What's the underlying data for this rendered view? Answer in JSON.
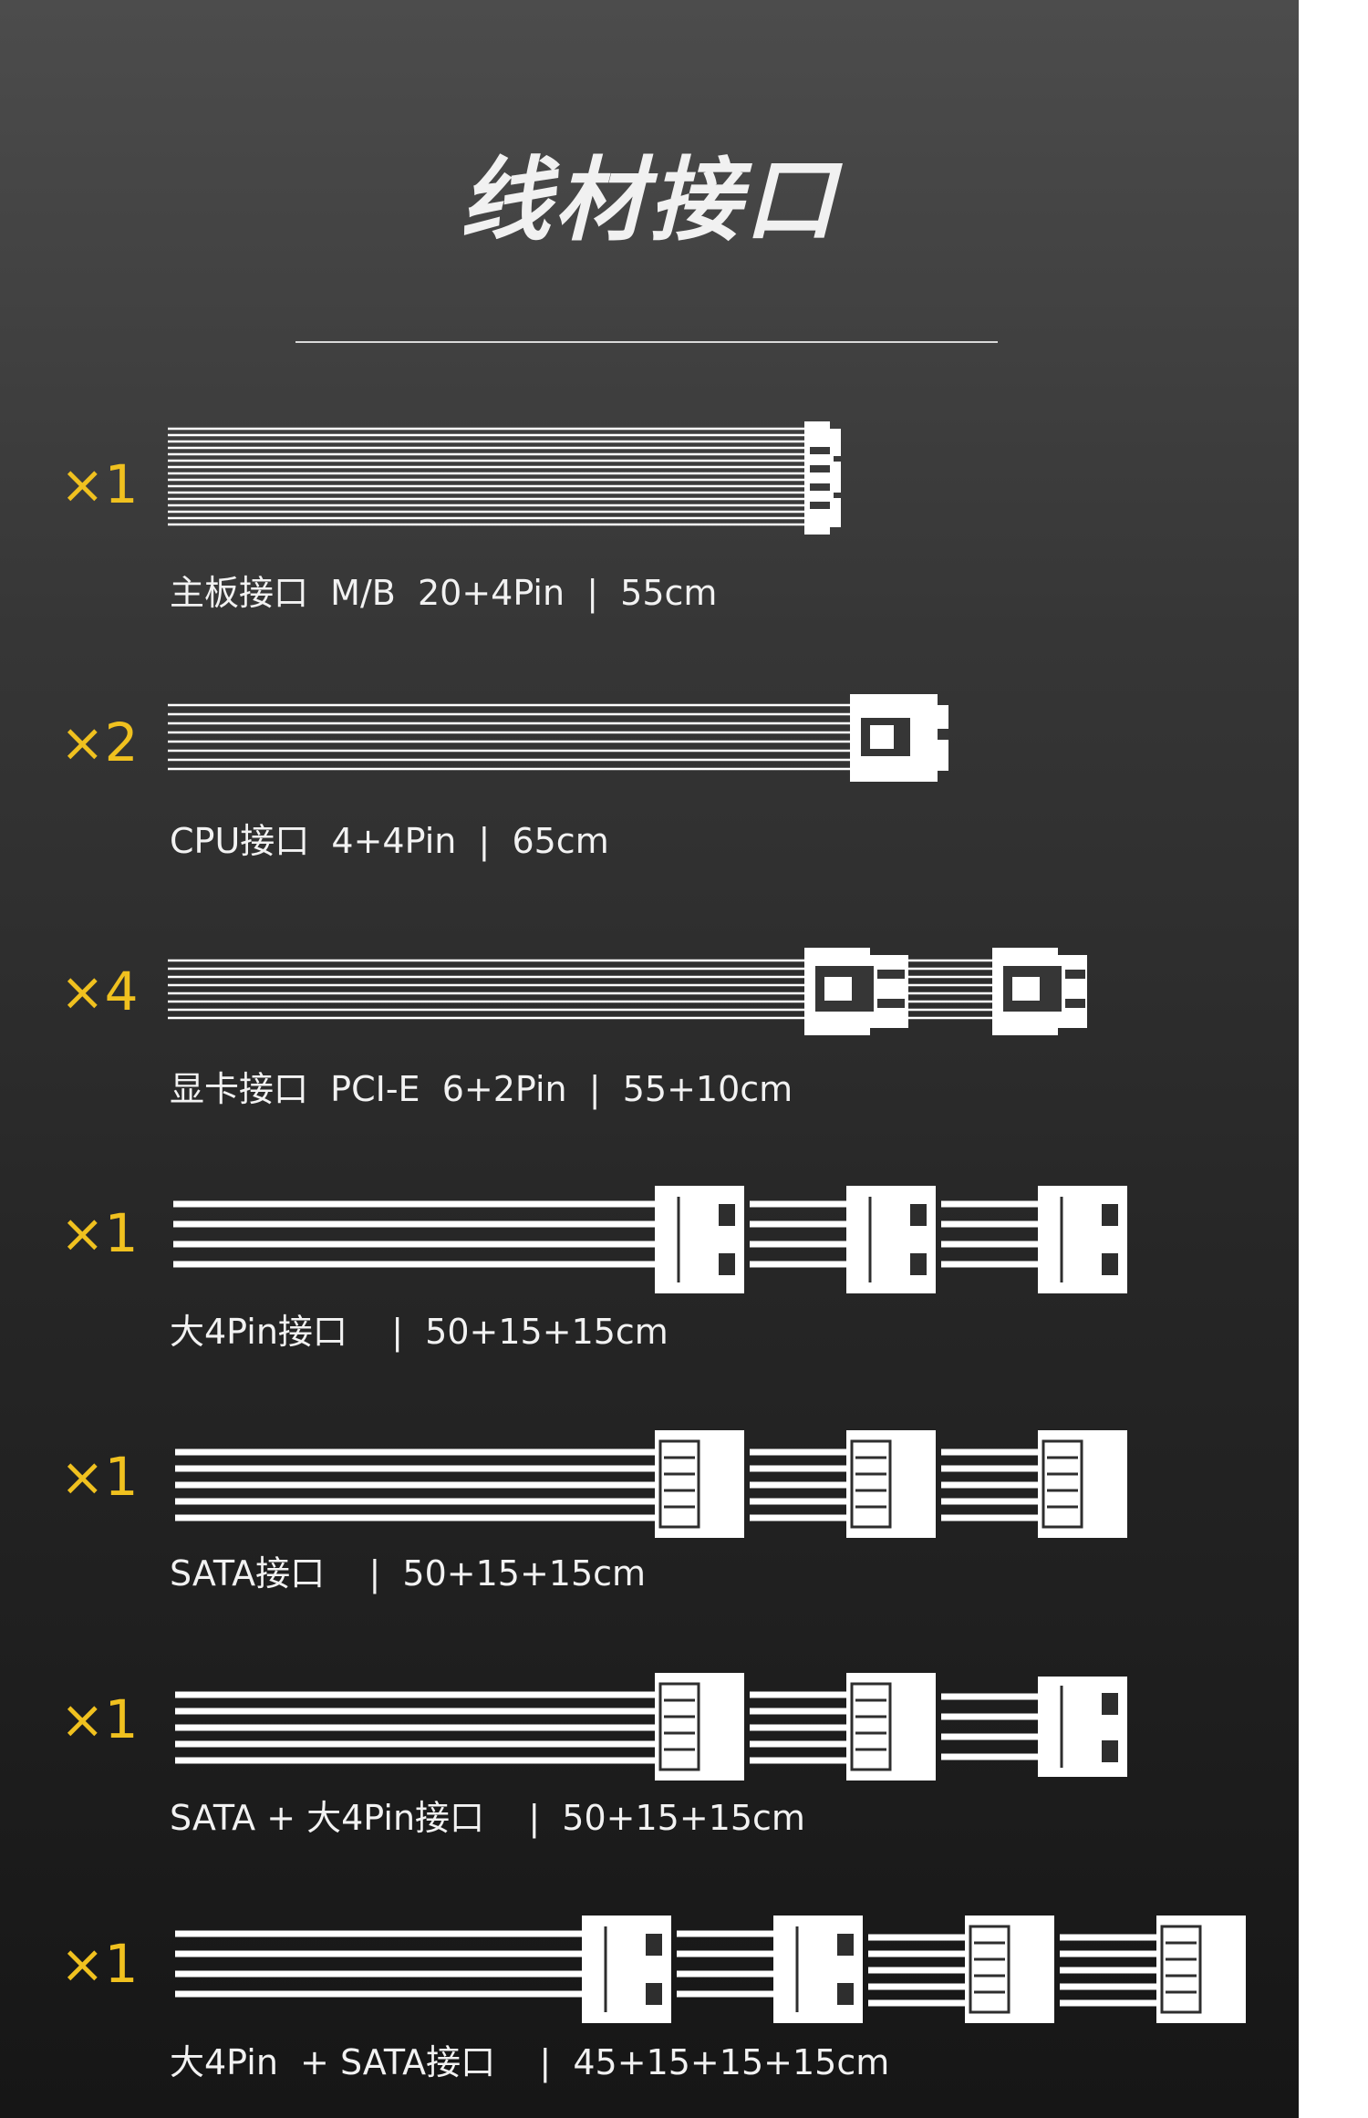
{
  "title": "线材接口",
  "cables": [
    {
      "quantity": "×1",
      "label": "主板接口  M/B  20+4Pin  |  55cm"
    },
    {
      "quantity": "×2",
      "label": "CPU接口  4+4Pin  |  65cm"
    },
    {
      "quantity": "×4",
      "label": "显卡接口  PCI-E  6+2Pin  |  55+10cm"
    },
    {
      "quantity": "×1",
      "label": "大4Pin接口    |  50+15+15cm"
    },
    {
      "quantity": "×1",
      "label": "SATA接口    |  50+15+15cm"
    },
    {
      "quantity": "×1",
      "label": "SATA + 大4Pin接口    |  50+15+15cm"
    },
    {
      "quantity": "×1",
      "label": "大4Pin  + SATA接口    |  45+15+15+15cm"
    }
  ],
  "colors": {
    "quantity": "#f0c11f",
    "text": "#f2f2f2",
    "line": "#ffffff"
  }
}
